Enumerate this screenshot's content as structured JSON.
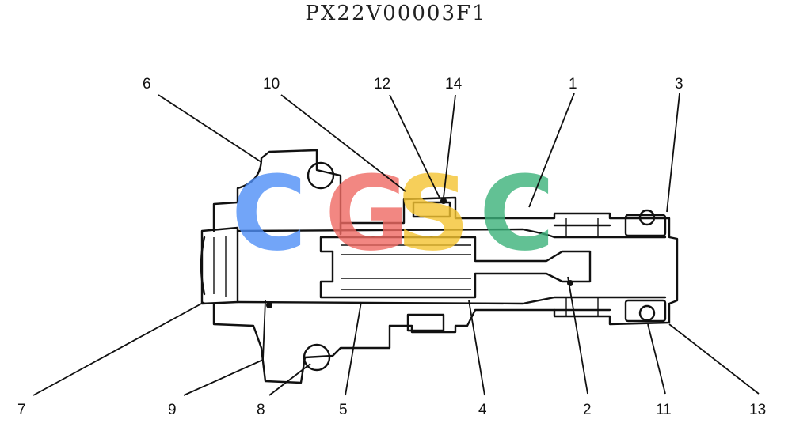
{
  "title": "PX22V00003F1",
  "watermark": {
    "letters": [
      "C",
      "G",
      "S",
      "C"
    ],
    "colors": [
      "#4f8ff7",
      "#f06a63",
      "#f5c431",
      "#3bb27a"
    ]
  },
  "callouts": [
    "1",
    "2",
    "3",
    "4",
    "5",
    "6",
    "7",
    "8",
    "9",
    "10",
    "11",
    "12",
    "13",
    "14"
  ]
}
